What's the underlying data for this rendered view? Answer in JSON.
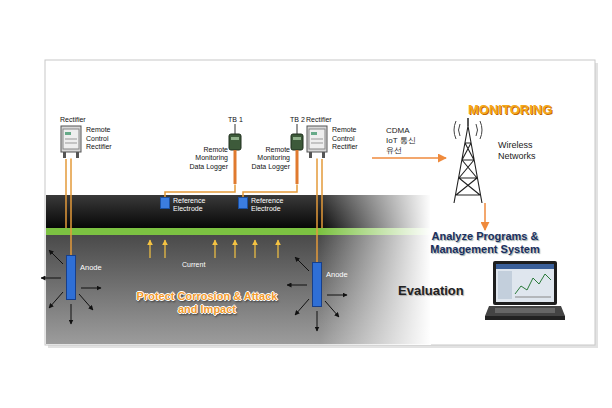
{
  "diagram": {
    "nodes": [
      {
        "text": [
          "Rectifier",
          "Remote Control Rectifier"
        ]
      },
      {
        "text": [
          "TB 1",
          "Remote Monitoring Data Logger"
        ]
      },
      {
        "text": [
          "TB 2",
          "Remote Monitoring Data Logger"
        ]
      },
      {
        "text": [
          "Rectifier",
          "Remote Control Rectifier"
        ]
      },
      {
        "text": [
          "Reference Electrode"
        ]
      },
      {
        "text": [
          "Reference Electrode"
        ]
      },
      {
        "text": [
          "Anode"
        ]
      },
      {
        "text": [
          "Anode"
        ]
      },
      {
        "text": [
          "Wireless Networks"
        ]
      },
      {
        "text": [
          "Analyze Programs & Management System"
        ]
      }
    ],
    "edges": [
      {
        "from": 0,
        "to": 6,
        "arrow": "none"
      },
      {
        "from": 1,
        "to": 4,
        "arrow": "none"
      },
      {
        "from": 2,
        "to": 5,
        "arrow": "none"
      },
      {
        "from": 3,
        "to": 7,
        "arrow": "none"
      },
      {
        "from": 3,
        "to": 8,
        "arrow": "to"
      },
      {
        "from": 8,
        "to": 9,
        "arrow": "to"
      }
    ],
    "labels": [
      "CDMA",
      "IoT 통신",
      "유선",
      "MONITORING",
      "Current",
      "Protect Corrosion & Attack and Impact",
      "Evaluation"
    ]
  }
}
